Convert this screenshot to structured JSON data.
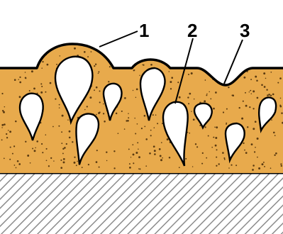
{
  "colors": {
    "background": "#ffffff",
    "coating": "#e8aa4c",
    "coating_speckle": "#5a3a10",
    "outline": "#000000",
    "substrate_fill": "#ffffff",
    "substrate_hatch": "#8c8c8c"
  },
  "diagram": {
    "callouts": [
      {
        "id": "1",
        "label": "1"
      },
      {
        "id": "2",
        "label": "2"
      },
      {
        "id": "3",
        "label": "3"
      }
    ]
  }
}
